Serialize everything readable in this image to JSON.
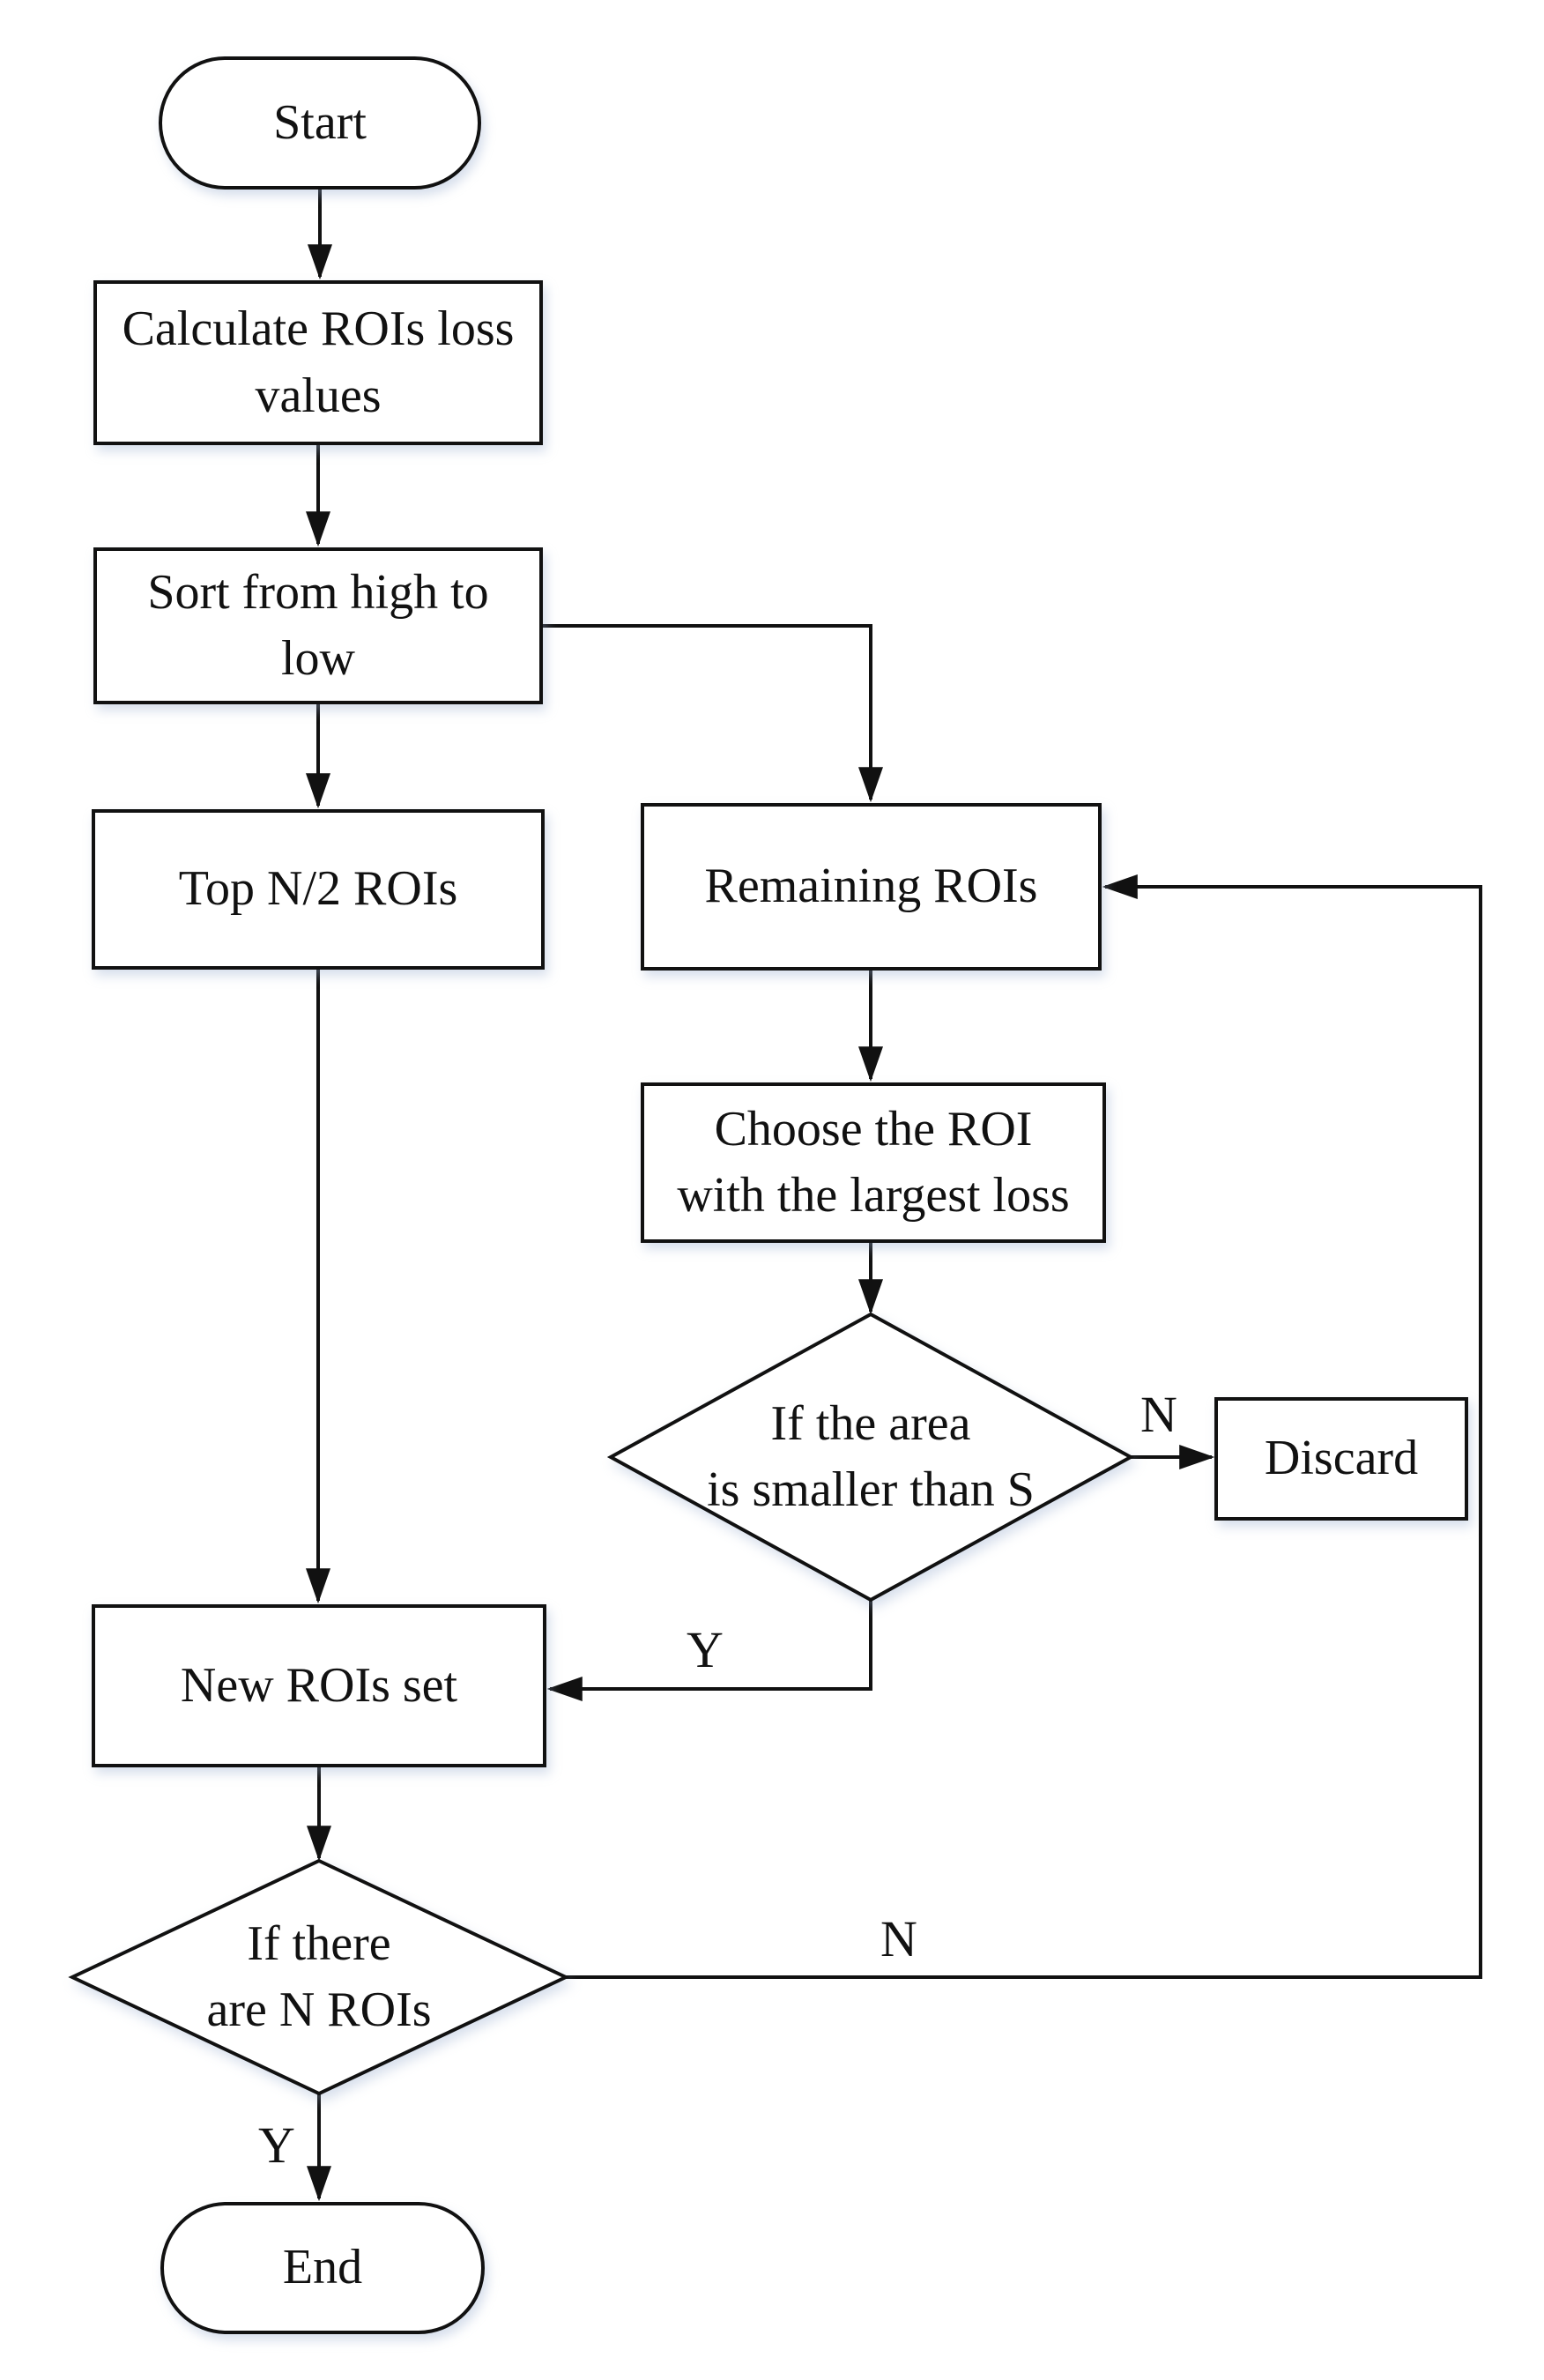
{
  "diagram": {
    "type": "flowchart",
    "colors": {
      "stroke": "#111111",
      "node_fill": "#ffffff",
      "background": "#ffffff"
    },
    "nodes": {
      "start": {
        "shape": "terminator",
        "label": "Start"
      },
      "calculate": {
        "shape": "process",
        "label": "Calculate ROIs loss\nvalues"
      },
      "sort": {
        "shape": "process",
        "label": "Sort from high to\nlow"
      },
      "top_half": {
        "shape": "process",
        "label": "Top N/2 ROIs"
      },
      "remaining": {
        "shape": "process",
        "label": "Remaining ROIs"
      },
      "choose": {
        "shape": "process",
        "label": "Choose the ROI\nwith the largest loss"
      },
      "area_check": {
        "shape": "decision",
        "label": "If the area\nis smaller than S"
      },
      "discard": {
        "shape": "process",
        "label": "Discard"
      },
      "new_set": {
        "shape": "process",
        "label": "New ROIs set"
      },
      "count_check": {
        "shape": "decision",
        "label": "If there\nare N ROIs"
      },
      "end": {
        "shape": "terminator",
        "label": "End"
      }
    },
    "edges": [
      {
        "from": "start",
        "to": "calculate",
        "label": ""
      },
      {
        "from": "calculate",
        "to": "sort",
        "label": ""
      },
      {
        "from": "sort",
        "to": "top_half",
        "label": ""
      },
      {
        "from": "sort",
        "to": "remaining",
        "label": ""
      },
      {
        "from": "top_half",
        "to": "new_set",
        "label": ""
      },
      {
        "from": "remaining",
        "to": "choose",
        "label": ""
      },
      {
        "from": "choose",
        "to": "area_check",
        "label": ""
      },
      {
        "from": "area_check",
        "to": "discard",
        "label": "N"
      },
      {
        "from": "area_check",
        "to": "new_set",
        "label": "Y"
      },
      {
        "from": "new_set",
        "to": "count_check",
        "label": ""
      },
      {
        "from": "count_check",
        "to": "end",
        "label": "Y"
      },
      {
        "from": "count_check",
        "to": "remaining",
        "label": "N"
      }
    ]
  }
}
